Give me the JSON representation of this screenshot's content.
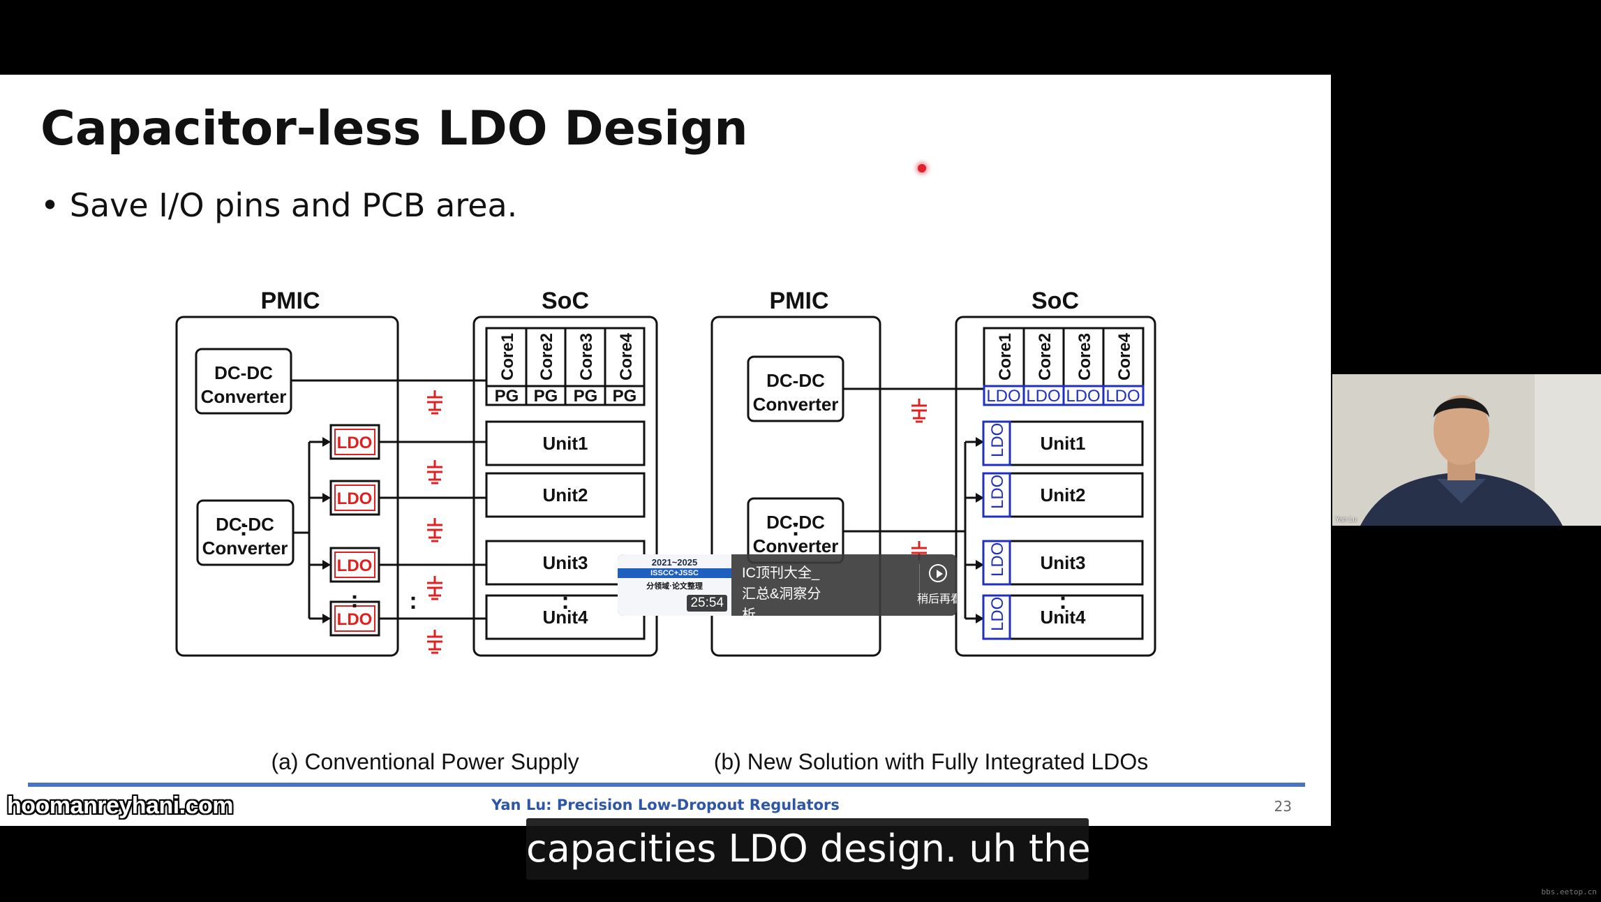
{
  "slide": {
    "title": "Capacitor-less LDO Design",
    "bullet": "• Save I/O pins and PCB area.",
    "footer": "Yan Lu: Precision Low-Dropout Regulators",
    "page_number": "23"
  },
  "diagram": {
    "pmic": "PMIC",
    "soc": "SoC",
    "dcdc_line1": "DC-DC",
    "dcdc_line2": "Converter",
    "ldo": "LDO",
    "pg": "PG",
    "dots": ":",
    "cores": [
      "Core1",
      "Core2",
      "Core3",
      "Core4"
    ],
    "units": [
      "Unit1",
      "Unit2",
      "Unit3",
      "Unit4"
    ],
    "caption_a": "(a) Conventional Power Supply",
    "caption_b": "(b) New Solution with Fully Integrated LDOs",
    "colors": {
      "ldo_red": "#e02020",
      "ldo_blue": "#1f2fc0",
      "cap_red": "#e02020"
    }
  },
  "overlay": {
    "watermark": "hoomanreyhani.com",
    "subtitle": "capacities LDO design. uh the",
    "webcam_label": "Yan Lu",
    "corner_mark": "bbs.eetop.cn"
  },
  "promo": {
    "thumb_year": "2021~2025",
    "thumb_band": "ISSCC+JSSC",
    "thumb_sub": "分领域·论文整理",
    "duration": "25:54",
    "title": "IC顶刊大全_汇总&洞察分析",
    "watch_later": "稍后再看",
    "icon": "play-later-icon"
  }
}
